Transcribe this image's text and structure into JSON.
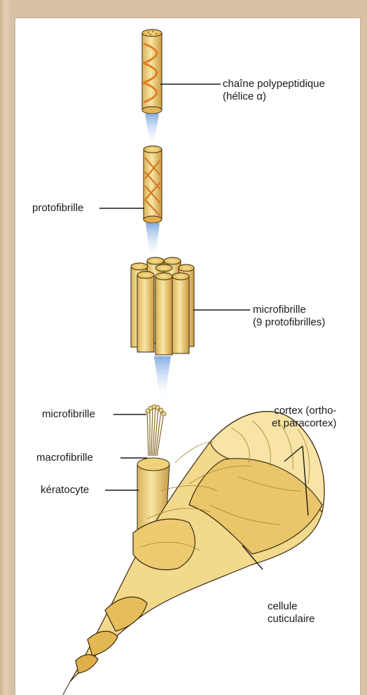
{
  "labels": {
    "chain_line1": "chaîne polypeptidique",
    "chain_line2": "(hélice α)",
    "protofibril": "protofibrille",
    "microfibril_line1": "microfibrille",
    "microfibril_line2": "(9 protofibrilles)",
    "microfibril_small": "microfibrille",
    "macrofibril": "macrofibrille",
    "keratocyte": "kératocyte",
    "cortex_line1": "cortex (ortho-",
    "cortex_line2": "et paracortex)",
    "cuticle_line1": "cellule",
    "cuticle_line2": "cuticulaire"
  },
  "colors": {
    "fiber_fill": "#f3dc8a",
    "fiber_shade": "#d9b45a",
    "fiber_dark": "#b9862c",
    "helix": "#e08a2a",
    "glow": "#8fb8e8",
    "outline": "#3a2a10"
  }
}
